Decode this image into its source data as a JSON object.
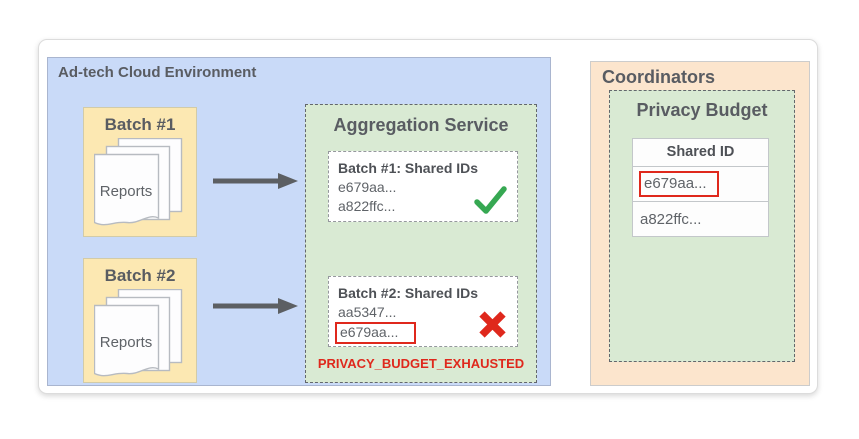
{
  "palette": {
    "blue_bg": "#c9daf8",
    "yellow_bg": "#fce8b2",
    "green_bg": "#d9ead3",
    "peach_bg": "#fce5cd",
    "red": "#df281c",
    "check_green": "#36a852",
    "arrow_gray": "#5c5f63"
  },
  "adtech": {
    "title": "Ad-tech Cloud Environment",
    "batches": [
      {
        "label": "Batch #1",
        "doc_label": "Reports"
      },
      {
        "label": "Batch #2",
        "doc_label": "Reports"
      }
    ],
    "aggregation": {
      "title": "Aggregation Service",
      "results": [
        {
          "title": "Batch #1: Shared IDs",
          "ids": [
            "e679aa...",
            "a822ffc..."
          ],
          "status": "success"
        },
        {
          "title": "Batch #2: Shared IDs",
          "ids": [
            "aa5347...",
            "e679aa..."
          ],
          "status": "error",
          "flagged_id": "e679aa..."
        }
      ],
      "error_label": "PRIVACY_BUDGET_EXHAUSTED"
    }
  },
  "coordinators": {
    "title": "Coordinators",
    "privacy_budget": {
      "title": "Privacy Budget",
      "table": {
        "header": "Shared ID",
        "rows": [
          {
            "id": "e679aa...",
            "highlighted": true
          },
          {
            "id": "a822ffc...",
            "highlighted": false
          }
        ]
      }
    }
  }
}
